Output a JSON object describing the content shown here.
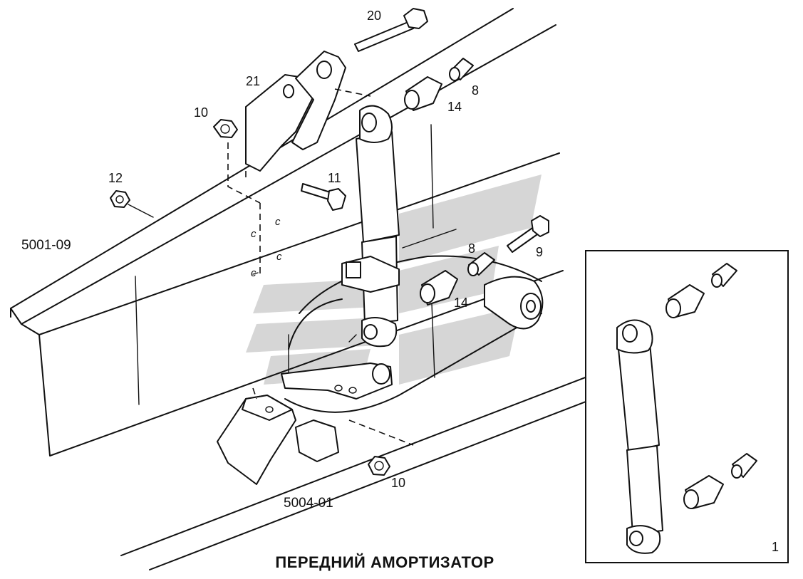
{
  "title": "ПЕРЕДНИЙ АМОРТИЗАТОР",
  "assembly_codes": {
    "frame": "5001-09",
    "spring": "5004-01"
  },
  "part_labels": {
    "p20": "20",
    "p21": "21",
    "p10_top": "10",
    "p12": "12",
    "p11": "11",
    "p8_top": "8",
    "p14_top": "14",
    "p8_mid": "8",
    "p9": "9",
    "p14_mid": "14",
    "p10_bottom": "10"
  },
  "inset": {
    "label": "1"
  },
  "hole_marks": [
    "c",
    "c",
    "c",
    "c"
  ]
}
